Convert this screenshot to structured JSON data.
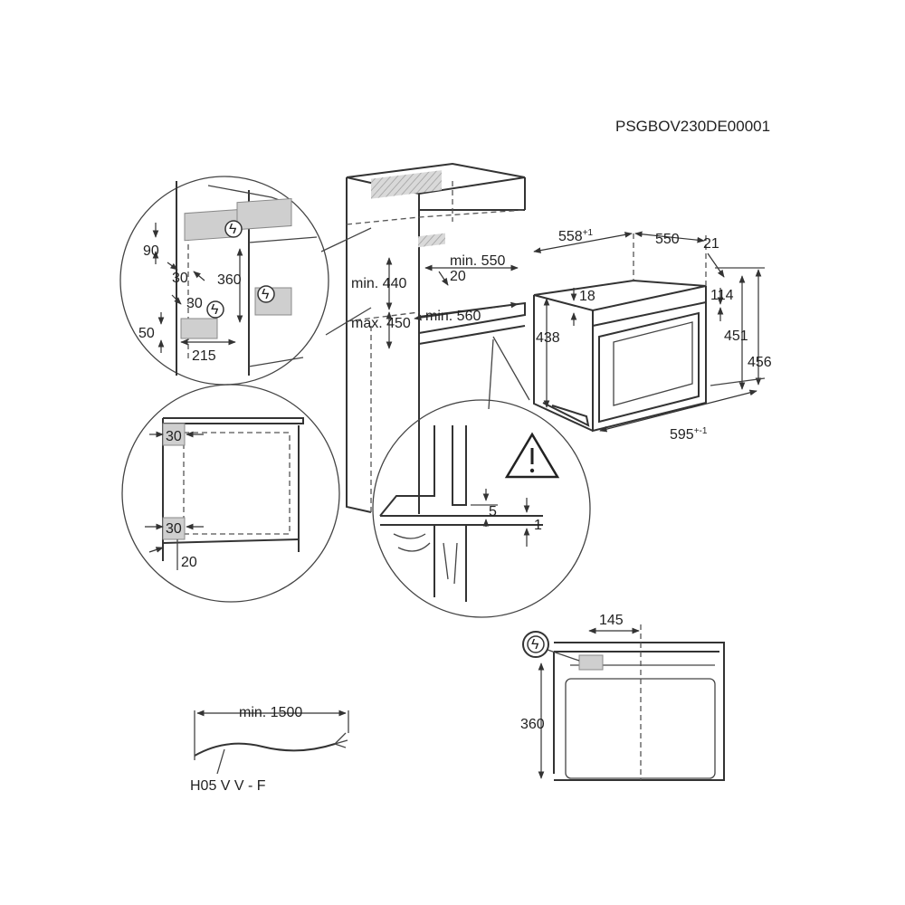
{
  "document_code": "PSGBOV230DE00001",
  "product_dimensions": {
    "width": "595",
    "width_tol": "+-1",
    "depth": "558",
    "depth_tol": "+1",
    "depth_body": "550",
    "front": "21",
    "top_gap": "18",
    "h114": "114",
    "height": "438",
    "h451": "451",
    "h456": "456"
  },
  "niche": {
    "min_550": "min. 550",
    "min_440": "min. 440",
    "max_450": "max. 450",
    "min_560": "min. 560",
    "gap_20": "20"
  },
  "detail_top": {
    "d90": "90",
    "d30a": "30",
    "d360": "360",
    "d30b": "30",
    "d50": "50",
    "d215": "215"
  },
  "detail_side": {
    "top_30": "30",
    "bottom_30": "30",
    "d20": "20"
  },
  "detail_edge": {
    "d5": "5",
    "d1": "1"
  },
  "socket_view": {
    "d145": "145",
    "d360": "360"
  },
  "cable": {
    "length": "min. 1500",
    "type": "H05 V V - F"
  },
  "icons": [
    "electrical-connection-icon",
    "warning-triangle-icon"
  ]
}
